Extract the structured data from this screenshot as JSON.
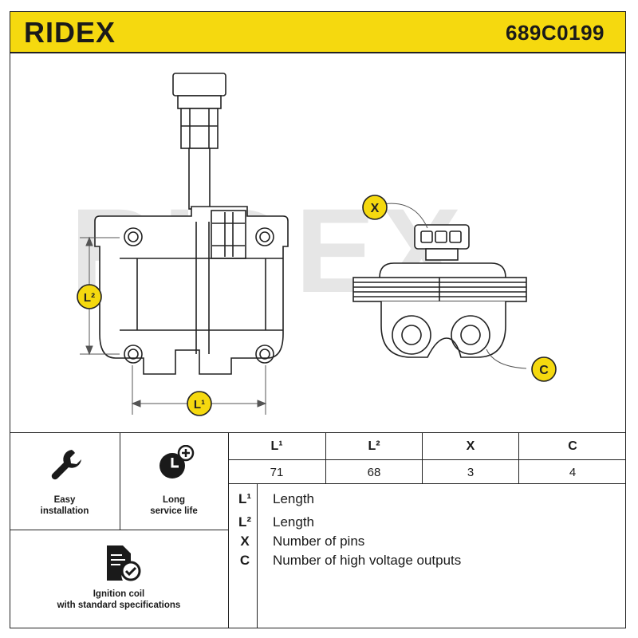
{
  "header": {
    "brand": "RIDEX",
    "part_number": "689C0199",
    "brand_color": "#f5d90f"
  },
  "drawing": {
    "watermark": "RIDEX",
    "callouts": [
      "L¹",
      "L²",
      "X",
      "C"
    ]
  },
  "features": [
    {
      "icon": "wrench-icon",
      "label_line1": "Easy",
      "label_line2": "installation"
    },
    {
      "icon": "clock-plus-icon",
      "label_line1": "Long",
      "label_line2": "service life"
    },
    {
      "icon": "document-check-icon",
      "label_line1": "Ignition coil",
      "label_line2": "with standard specifications"
    }
  ],
  "spec_table": {
    "headers": [
      "L¹",
      "L²",
      "X",
      "C"
    ],
    "values": [
      "71",
      "68",
      "3",
      "4"
    ]
  },
  "legend": [
    {
      "symbol": "L¹",
      "text": "Length"
    },
    {
      "symbol": "L²",
      "text": "Length"
    },
    {
      "symbol": "X",
      "text": "Number of pins"
    },
    {
      "symbol": "C",
      "text": "Number of high voltage outputs"
    }
  ]
}
